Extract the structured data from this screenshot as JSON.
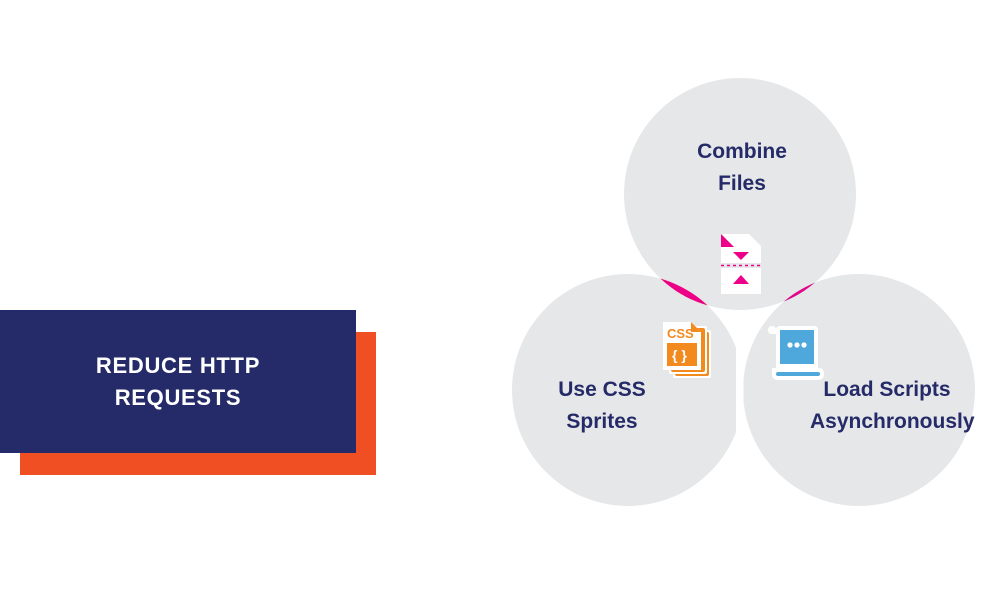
{
  "title_block": {
    "text": "REDUCE HTTP REQUESTS",
    "card_color": "#252B68",
    "shadow_color": "#F04E23",
    "text_color": "#FFFFFF"
  },
  "venn": {
    "circle_fill": "#E6E7E8",
    "background": "#FFFFFF",
    "label_color": "#252B68",
    "circles": [
      {
        "id": "combine-files",
        "label": "Combine Files",
        "lens_color": "#EC0089",
        "icon": "merge-documents-icon",
        "position": "top"
      },
      {
        "id": "use-css-sprites",
        "label": "Use CSS Sprites",
        "lens_color": "#F28A1E",
        "icon": "css-file-icon",
        "icon_text": "CSS",
        "icon_braces": "{ }",
        "position": "bottom-left"
      },
      {
        "id": "load-scripts-asynchronously",
        "label": "Load Scripts Asynchronously",
        "lens_color": "#4FA8DC",
        "icon": "script-scroll-icon",
        "position": "bottom-right"
      }
    ]
  }
}
